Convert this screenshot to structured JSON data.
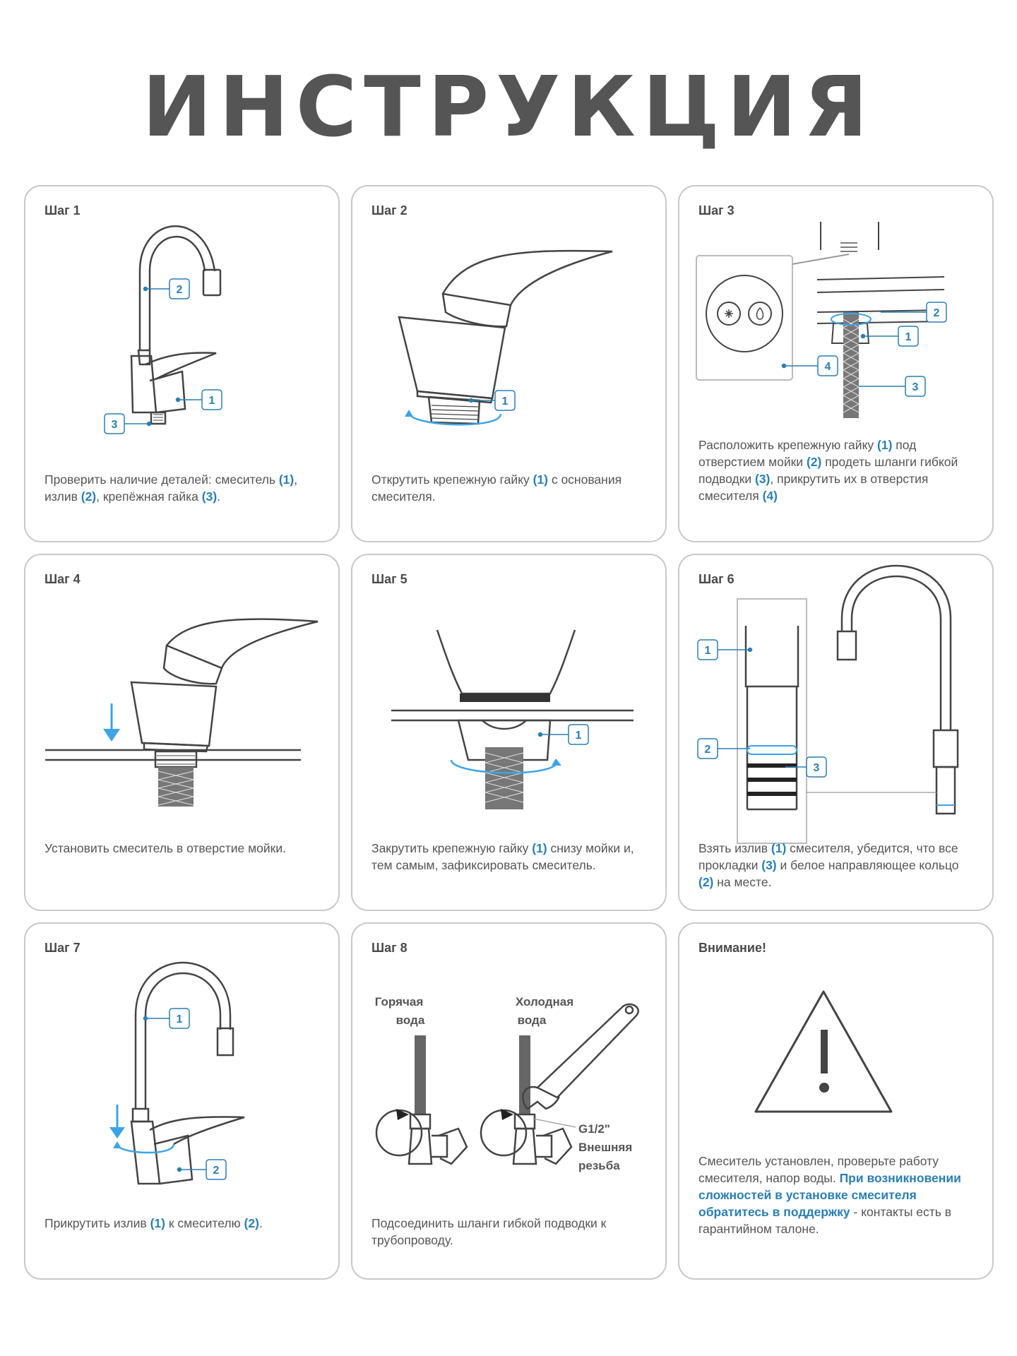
{
  "title": "ИНСТРУКЦИЯ",
  "colors": {
    "accent": "#2a7fb4",
    "arrow": "#3da4e8",
    "border": "#c9c9c9",
    "text": "#555555"
  },
  "cards": [
    {
      "label": "Шаг 1",
      "parts": [
        "Проверить наличие деталей: смеситель ",
        "(1)",
        ", излив ",
        "(2)",
        ", крепёжная гайка ",
        "(3)",
        "."
      ],
      "callouts": [
        "2",
        "1",
        "3"
      ]
    },
    {
      "label": "Шаг 2",
      "parts": [
        "Открутить крепежную гайку ",
        "(1)",
        " с основания смесителя."
      ],
      "callouts": [
        "1"
      ]
    },
    {
      "label": "Шаг 3",
      "parts": [
        "Расположить крепежную гайку ",
        "(1)",
        " под отверстием мойки ",
        "(2)",
        " продеть шланги гибкой подводки ",
        "(3)",
        ", прикрутить их в отверстия смесителя ",
        "(4)"
      ],
      "callouts": [
        "2",
        "1",
        "4",
        "3"
      ]
    },
    {
      "label": "Шаг 4",
      "parts": [
        "Установить смеситель в отверстие мойки."
      ],
      "callouts": []
    },
    {
      "label": "Шаг 5",
      "parts": [
        "Закрутить крепежную гайку ",
        "(1)",
        " снизу мойки и, тем самым, зафиксировать смеситель."
      ],
      "callouts": [
        "1"
      ]
    },
    {
      "label": "Шаг 6",
      "parts": [
        "Взять излив ",
        "(1)",
        " смесителя, убедится, что все прокладки ",
        "(3)",
        " и белое направляющее кольцо ",
        "(2)",
        " на месте."
      ],
      "callouts": [
        "1",
        "2",
        "3"
      ]
    },
    {
      "label": "Шаг 7",
      "parts": [
        "Прикрутить излив ",
        "(1)",
        " к смесителю ",
        "(2)",
        "."
      ],
      "callouts": [
        "1",
        "2"
      ]
    },
    {
      "label": "Шаг 8",
      "parts": [
        "Подсоединить шланги гибкой подводки к трубопроводу."
      ],
      "callouts": [],
      "labels": {
        "hot_1": "Горячая",
        "hot_2": "вода",
        "cold_1": "Холодная",
        "cold_2": "вода",
        "thread_1": "G1/2\"",
        "thread_2": "Внешняя",
        "thread_3": "резьба"
      }
    },
    {
      "label": "Внимание!",
      "parts": [
        "Смеситель установлен, проверьте работу смесителя, напор воды. ",
        "При возникновении сложностей в установке смесителя обратитесь в поддержку",
        " - контакты есть в гарантийном талоне."
      ],
      "callouts": []
    }
  ]
}
